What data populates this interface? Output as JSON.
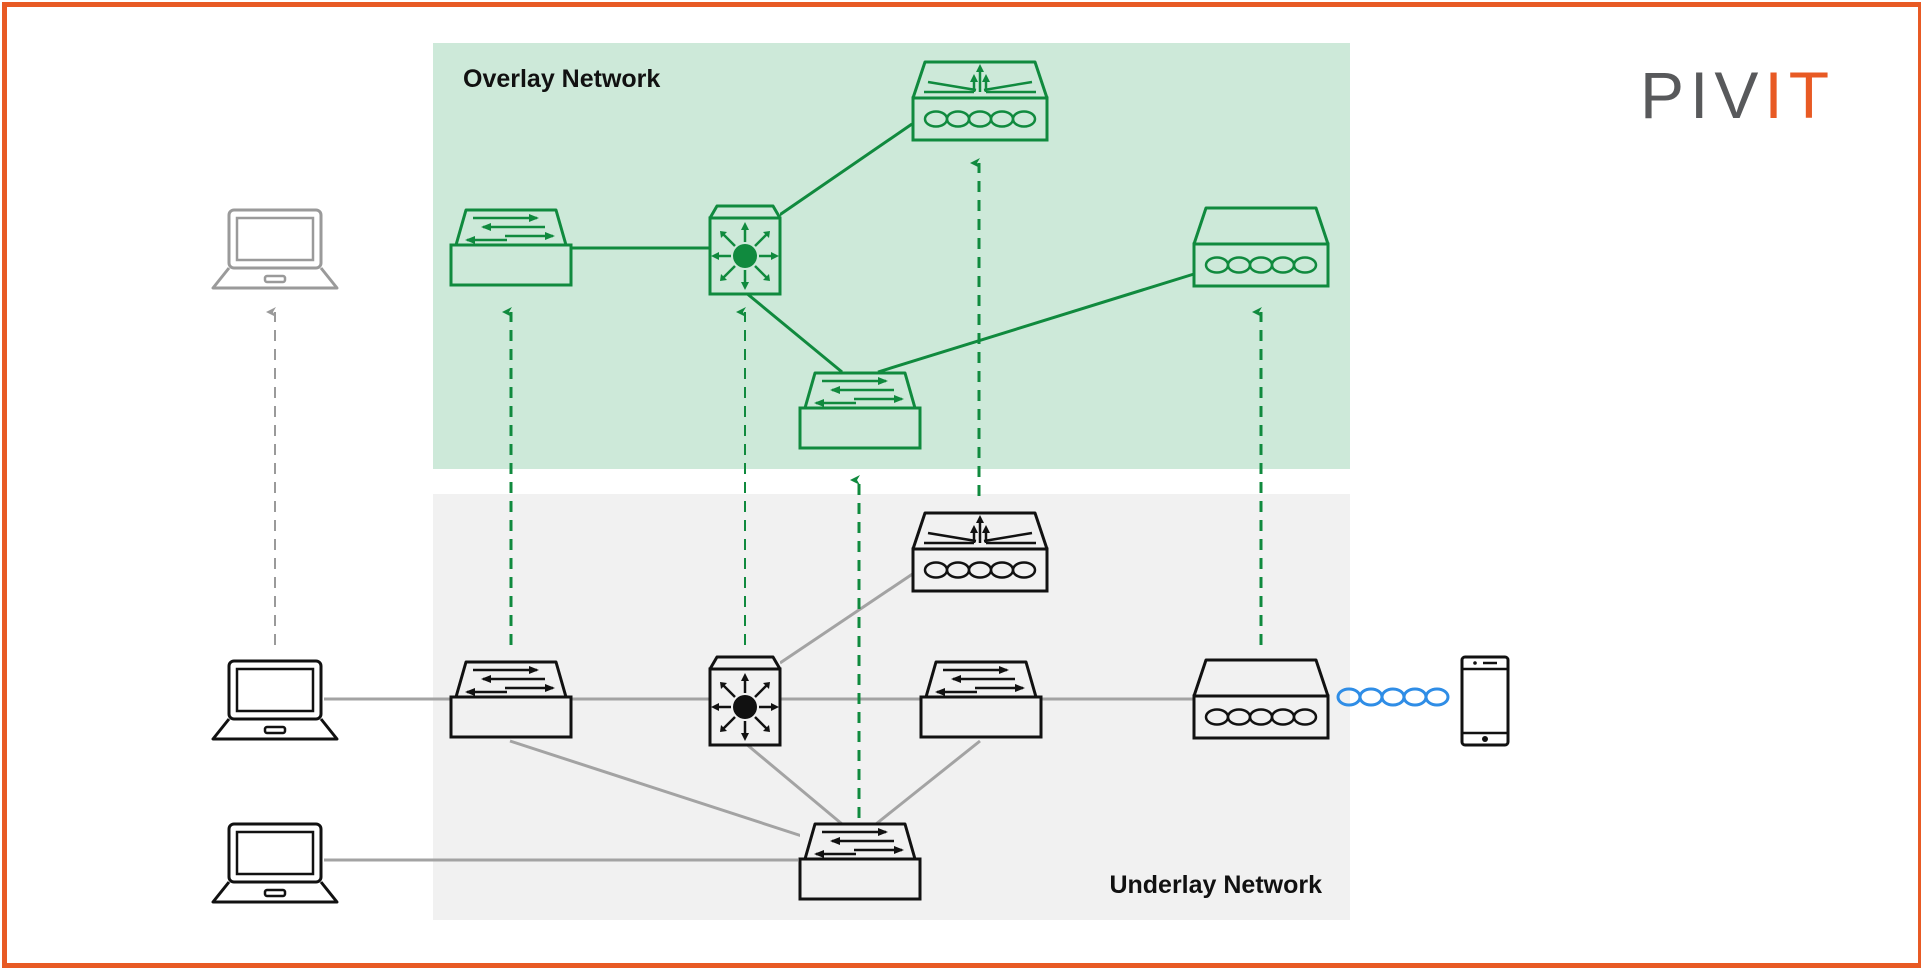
{
  "overlay": {
    "label": "Overlay Network"
  },
  "underlay": {
    "label": "Underlay Network"
  },
  "brand": {
    "part1": "PIV",
    "part2": "IT"
  },
  "colors": {
    "frame": "#e85a24",
    "overlay_bg": "#cde9d9",
    "underlay_bg": "#f1f1f1",
    "overlay_stroke": "#108a3e",
    "underlay_stroke": "#111111",
    "faded_stroke": "#9a9a9a",
    "link_gray": "#a3a3a3",
    "wireless": "#2f8de6"
  },
  "icons": {
    "laptop": "laptop-icon",
    "switch": "network-switch-icon",
    "router": "core-router-icon",
    "firewall": "firewall-icon",
    "access_point": "access-point-icon",
    "phone": "mobile-phone-icon"
  }
}
